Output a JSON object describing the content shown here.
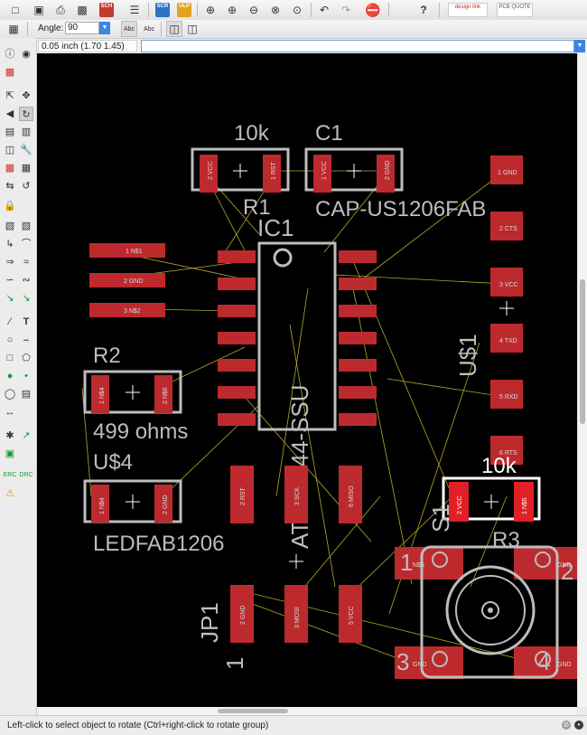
{
  "toolbar": {
    "design_link_label": "design link",
    "pcb_quote_label": "PCB QUOTE",
    "sch_label": "SCH",
    "ulp_label": "ULP",
    "icons": [
      "new-file-icon",
      "save-icon",
      "print-icon",
      "cam-icon",
      "schematic-icon",
      "script-icon",
      "ulp-icon",
      "zoom-fit-icon",
      "zoom-in-icon",
      "zoom-out-icon",
      "zoom-select-icon",
      "zoom-redraw-icon",
      "undo-icon",
      "redo-icon",
      "stop-icon",
      "help-icon"
    ]
  },
  "param_bar": {
    "angle_label": "Angle:",
    "angle_value": "90"
  },
  "command_bar": {
    "coordinates": "0.05 inch (1.70 1.45)",
    "command_value": ""
  },
  "colors": {
    "pad": "#bd2a2e",
    "pad_selected": "#e02026",
    "silk": "#bdbdbd",
    "airwire": "#b3a92a",
    "canvas": "#000000"
  },
  "board": {
    "r1": {
      "value": "10k",
      "name": "R1",
      "pin1": "2 VCC",
      "pin2": "1 RST"
    },
    "c1": {
      "name": "C1",
      "value": "CAP-US1206FAB",
      "pin1": "1 VCC",
      "pin2": "2 GND"
    },
    "ic1": {
      "name": "IC1",
      "value": "ATTINY44-SSU"
    },
    "r2": {
      "name": "R2",
      "value": "499 ohms",
      "pin1": "1 N$4",
      "pin2": "2 N$6"
    },
    "u4": {
      "name": "U$4",
      "value": "LEDFAB1206",
      "pin1": "1 N$4",
      "pin2": "2 GND"
    },
    "u1": {
      "name": "U$1",
      "pins": [
        "1 GND",
        "2 CTS",
        "3 VCC",
        "4 TXD",
        "5 RXD",
        "6 RTS"
      ]
    },
    "jp1": {
      "name": "JP1",
      "pin_mark": "1",
      "pins": [
        "2 RST",
        "3 SCK",
        "6 MISO",
        "2 GND",
        "3 MOSI",
        "5 VCC"
      ]
    },
    "r3": {
      "value": "10k",
      "name": "R3",
      "pin1": "2 VCC",
      "pin2": "1 N$5"
    },
    "s1": {
      "name": "S1",
      "pins": [
        "N$5",
        "GND",
        "GND",
        "GND"
      ],
      "corner_labels": [
        "1",
        "2",
        "3",
        "4"
      ]
    },
    "left_pads": [
      "1 N$1",
      "2 GND",
      "3 N$2"
    ]
  },
  "status": {
    "message": "Left-click to select object to rotate (Ctrl+right-click to rotate group)"
  }
}
